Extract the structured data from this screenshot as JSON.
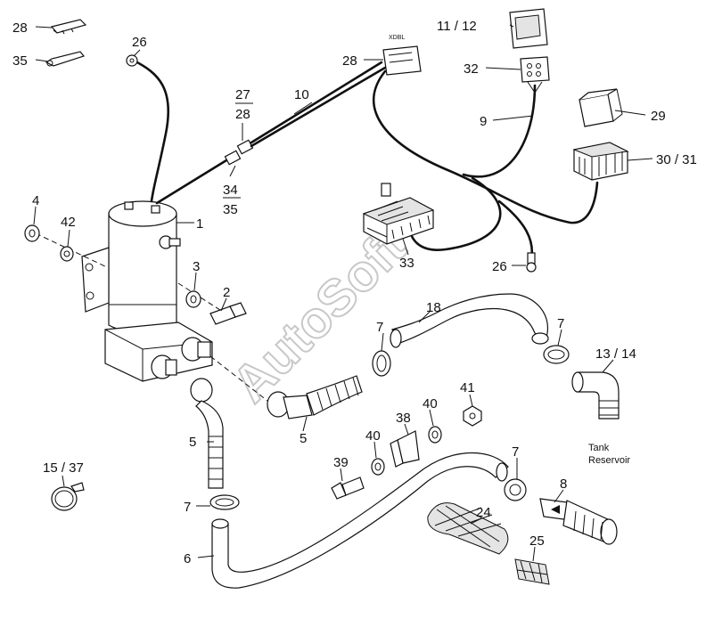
{
  "watermark": "AutoSoft",
  "connector_tag": "XDBL",
  "tank_label": {
    "line1": "Tank",
    "line2": "Reservoir"
  },
  "callouts": {
    "c28a": "28",
    "c35": "35",
    "c26a": "26",
    "c27": "27",
    "c28b": "28",
    "c10": "10",
    "c28c": "28",
    "c11_12": "11 / 12",
    "c32": "32",
    "c9": "9",
    "c29": "29",
    "c30_31": "30 / 31",
    "c34": "34",
    "c35b": "35",
    "c4": "4",
    "c42": "42",
    "c1": "1",
    "c3": "3",
    "c2": "2",
    "c33": "33",
    "c26b": "26",
    "c18": "18",
    "c7a": "7",
    "c7b": "7",
    "c13_14": "13 / 14",
    "c41": "41",
    "c40a": "40",
    "c38": "38",
    "c5a": "5",
    "c5b": "5",
    "c40b": "40",
    "c39": "39",
    "c7c": "7",
    "c8": "8",
    "c15_37": "15 / 37",
    "c7d": "7",
    "c24": "24",
    "c25": "25",
    "c6": "6"
  }
}
